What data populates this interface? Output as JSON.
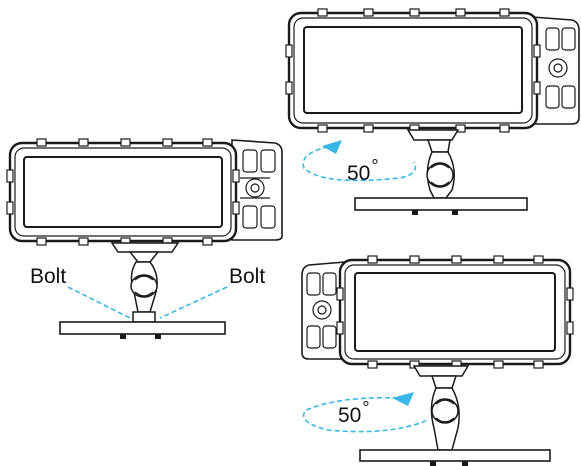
{
  "left_view": {
    "bolt_left_label": "Bolt",
    "bolt_right_label": "Bolt"
  },
  "top_right_view": {
    "rotation_angle": "50",
    "rotation_unit": "°"
  },
  "bottom_right_view": {
    "rotation_angle": "50",
    "rotation_unit": "°"
  },
  "colors": {
    "line": "#1a1a1a",
    "accent": "#39b7e6"
  }
}
